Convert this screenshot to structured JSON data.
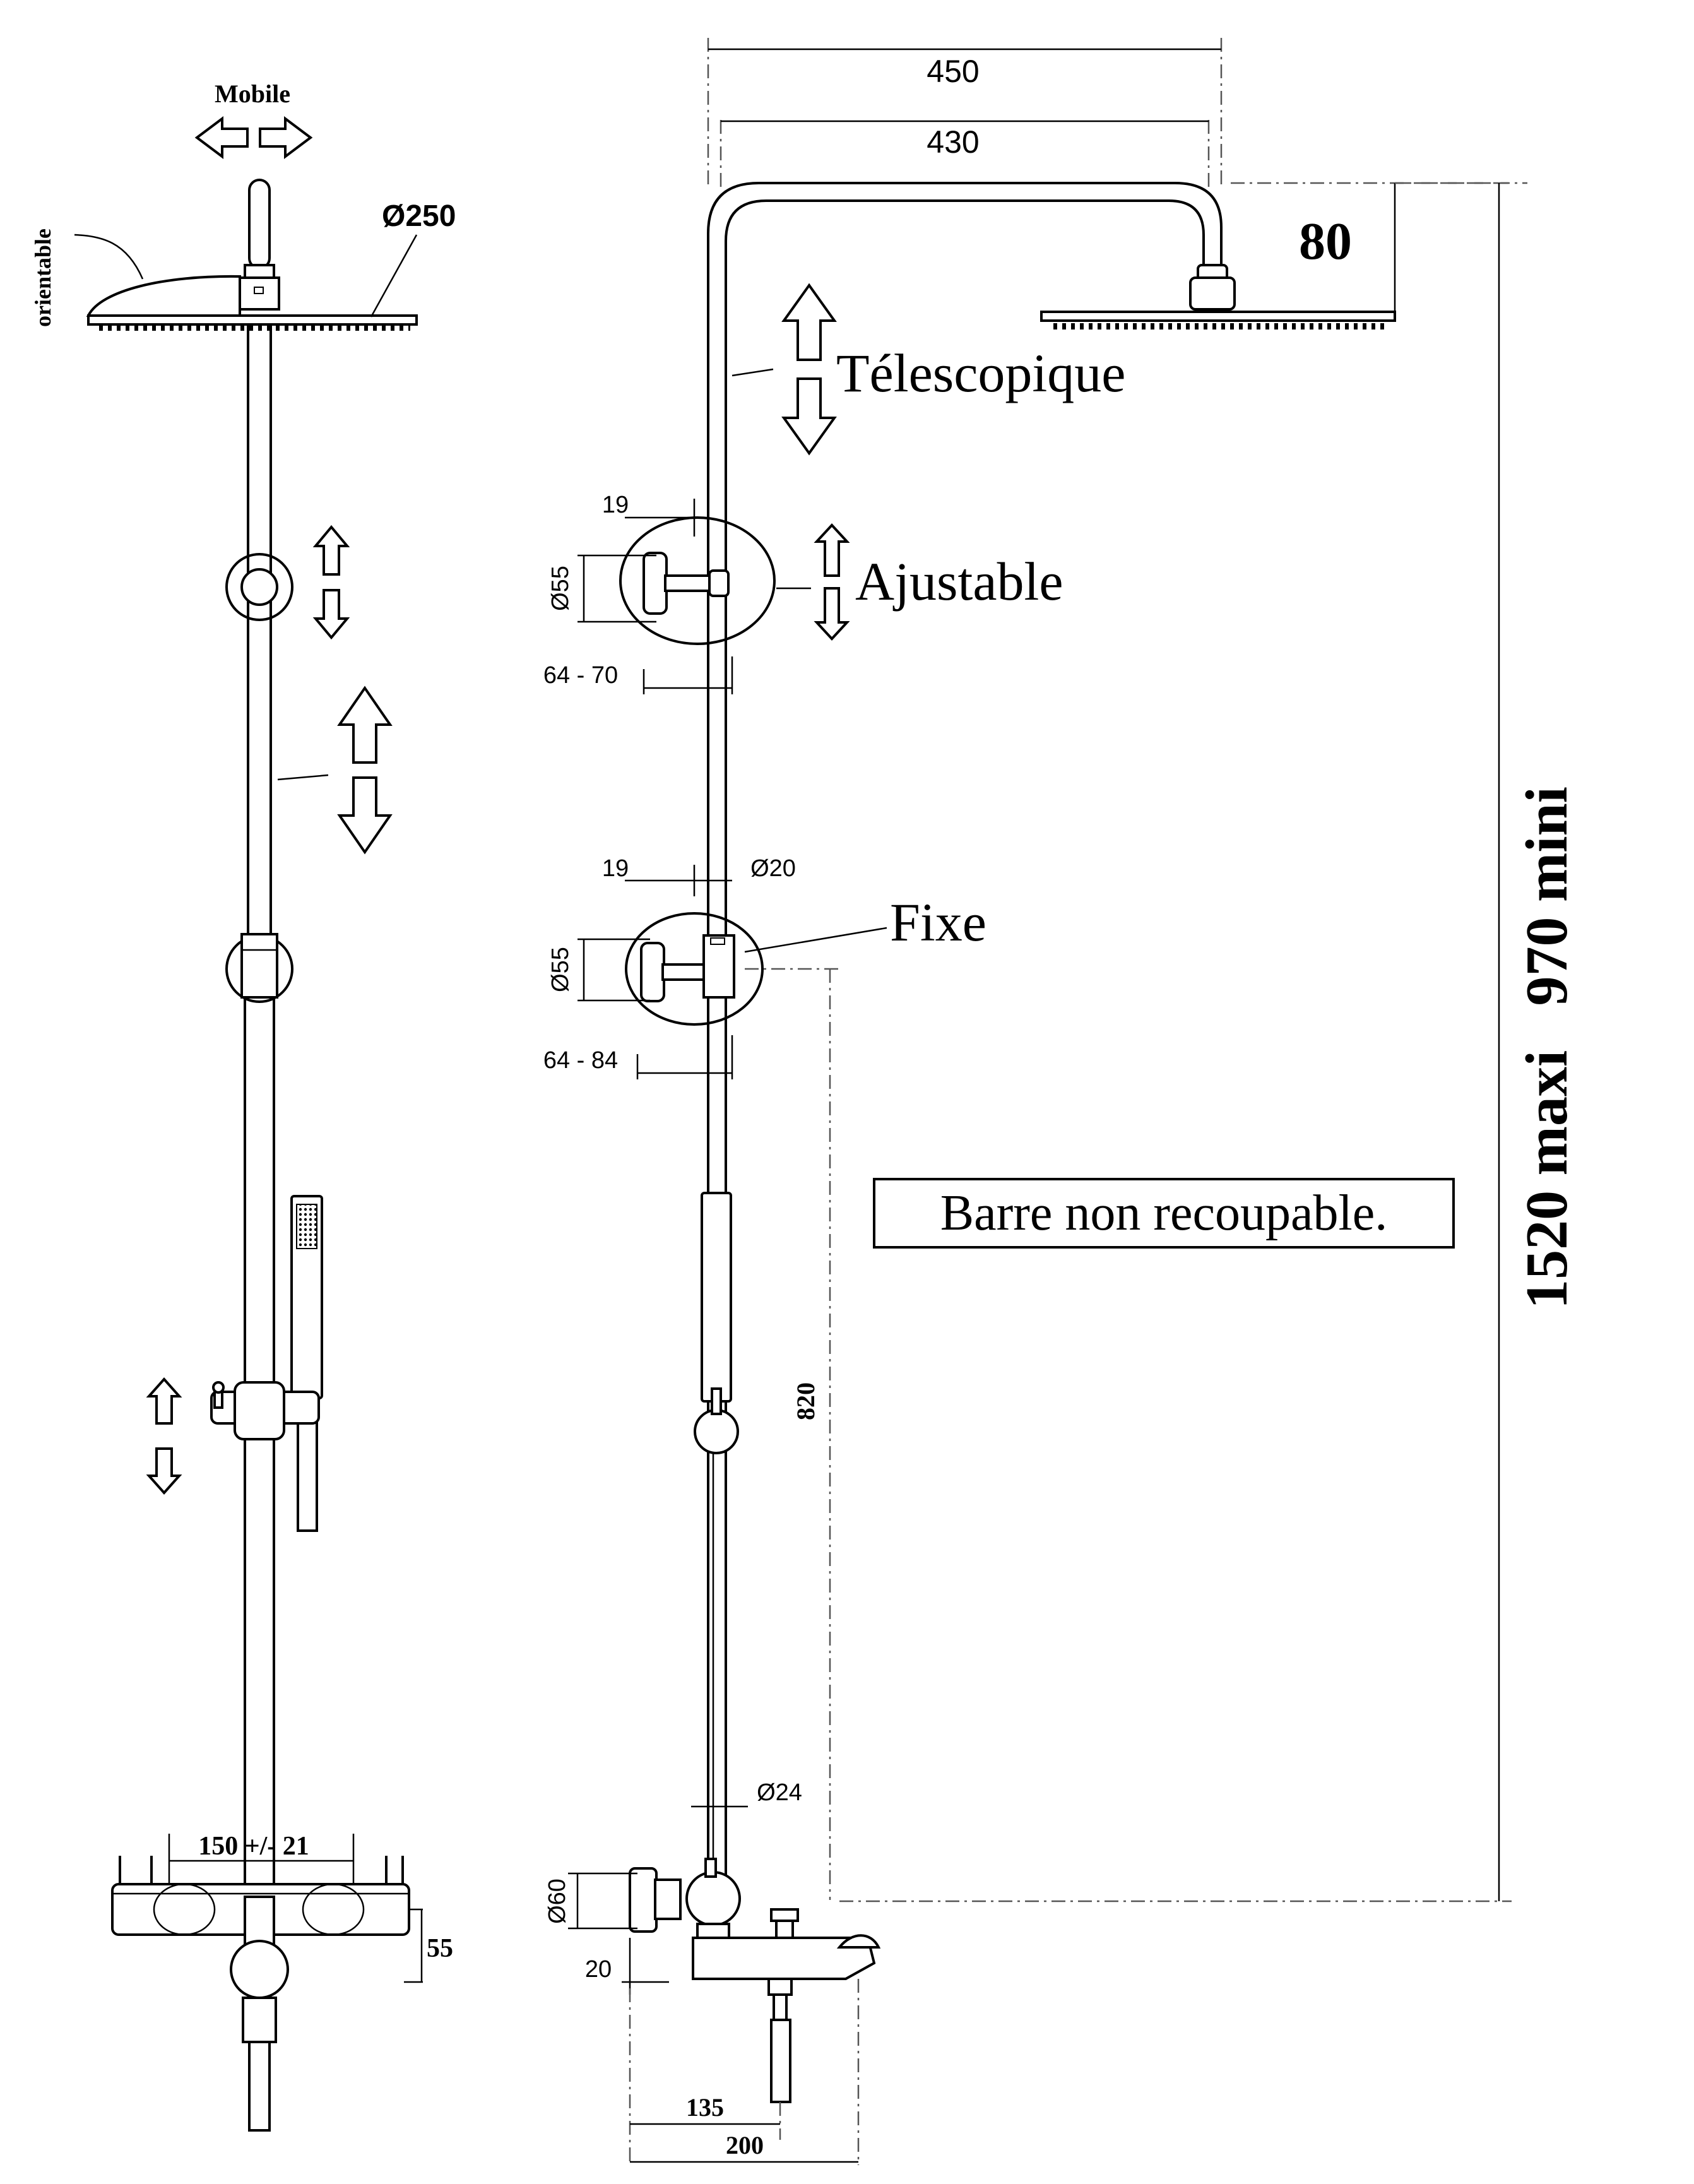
{
  "left_view": {
    "mobile_label": "Mobile",
    "orientable_label": "orientable",
    "head_diameter": "Ø250",
    "valve_spacing": "150 +/- 21",
    "valve_depth": "55"
  },
  "right_view": {
    "arm_outer_width": "450",
    "arm_inner_width": "430",
    "head_drop": "80",
    "telescopic_label": "Télescopique",
    "adjustable_label": "Ajustable",
    "fixed_label": "Fixe",
    "note_text": "Barre non recoupable.",
    "overall_height": "1520 maxi   970 mini",
    "holder_upper_offset": "19",
    "holder_upper_diameter": "Ø55",
    "holder_upper_range": "64 - 70",
    "holder_lower_offset": "19",
    "tube_diameter_upper": "Ø20",
    "holder_lower_diameter": "Ø55",
    "holder_lower_range": "64 - 84",
    "lower_height": "820",
    "tube_diameter_lower": "Ø24",
    "valve_diameter": "Ø60",
    "wall_offset": "20",
    "spout_inner": "135",
    "spout_outer": "200"
  }
}
